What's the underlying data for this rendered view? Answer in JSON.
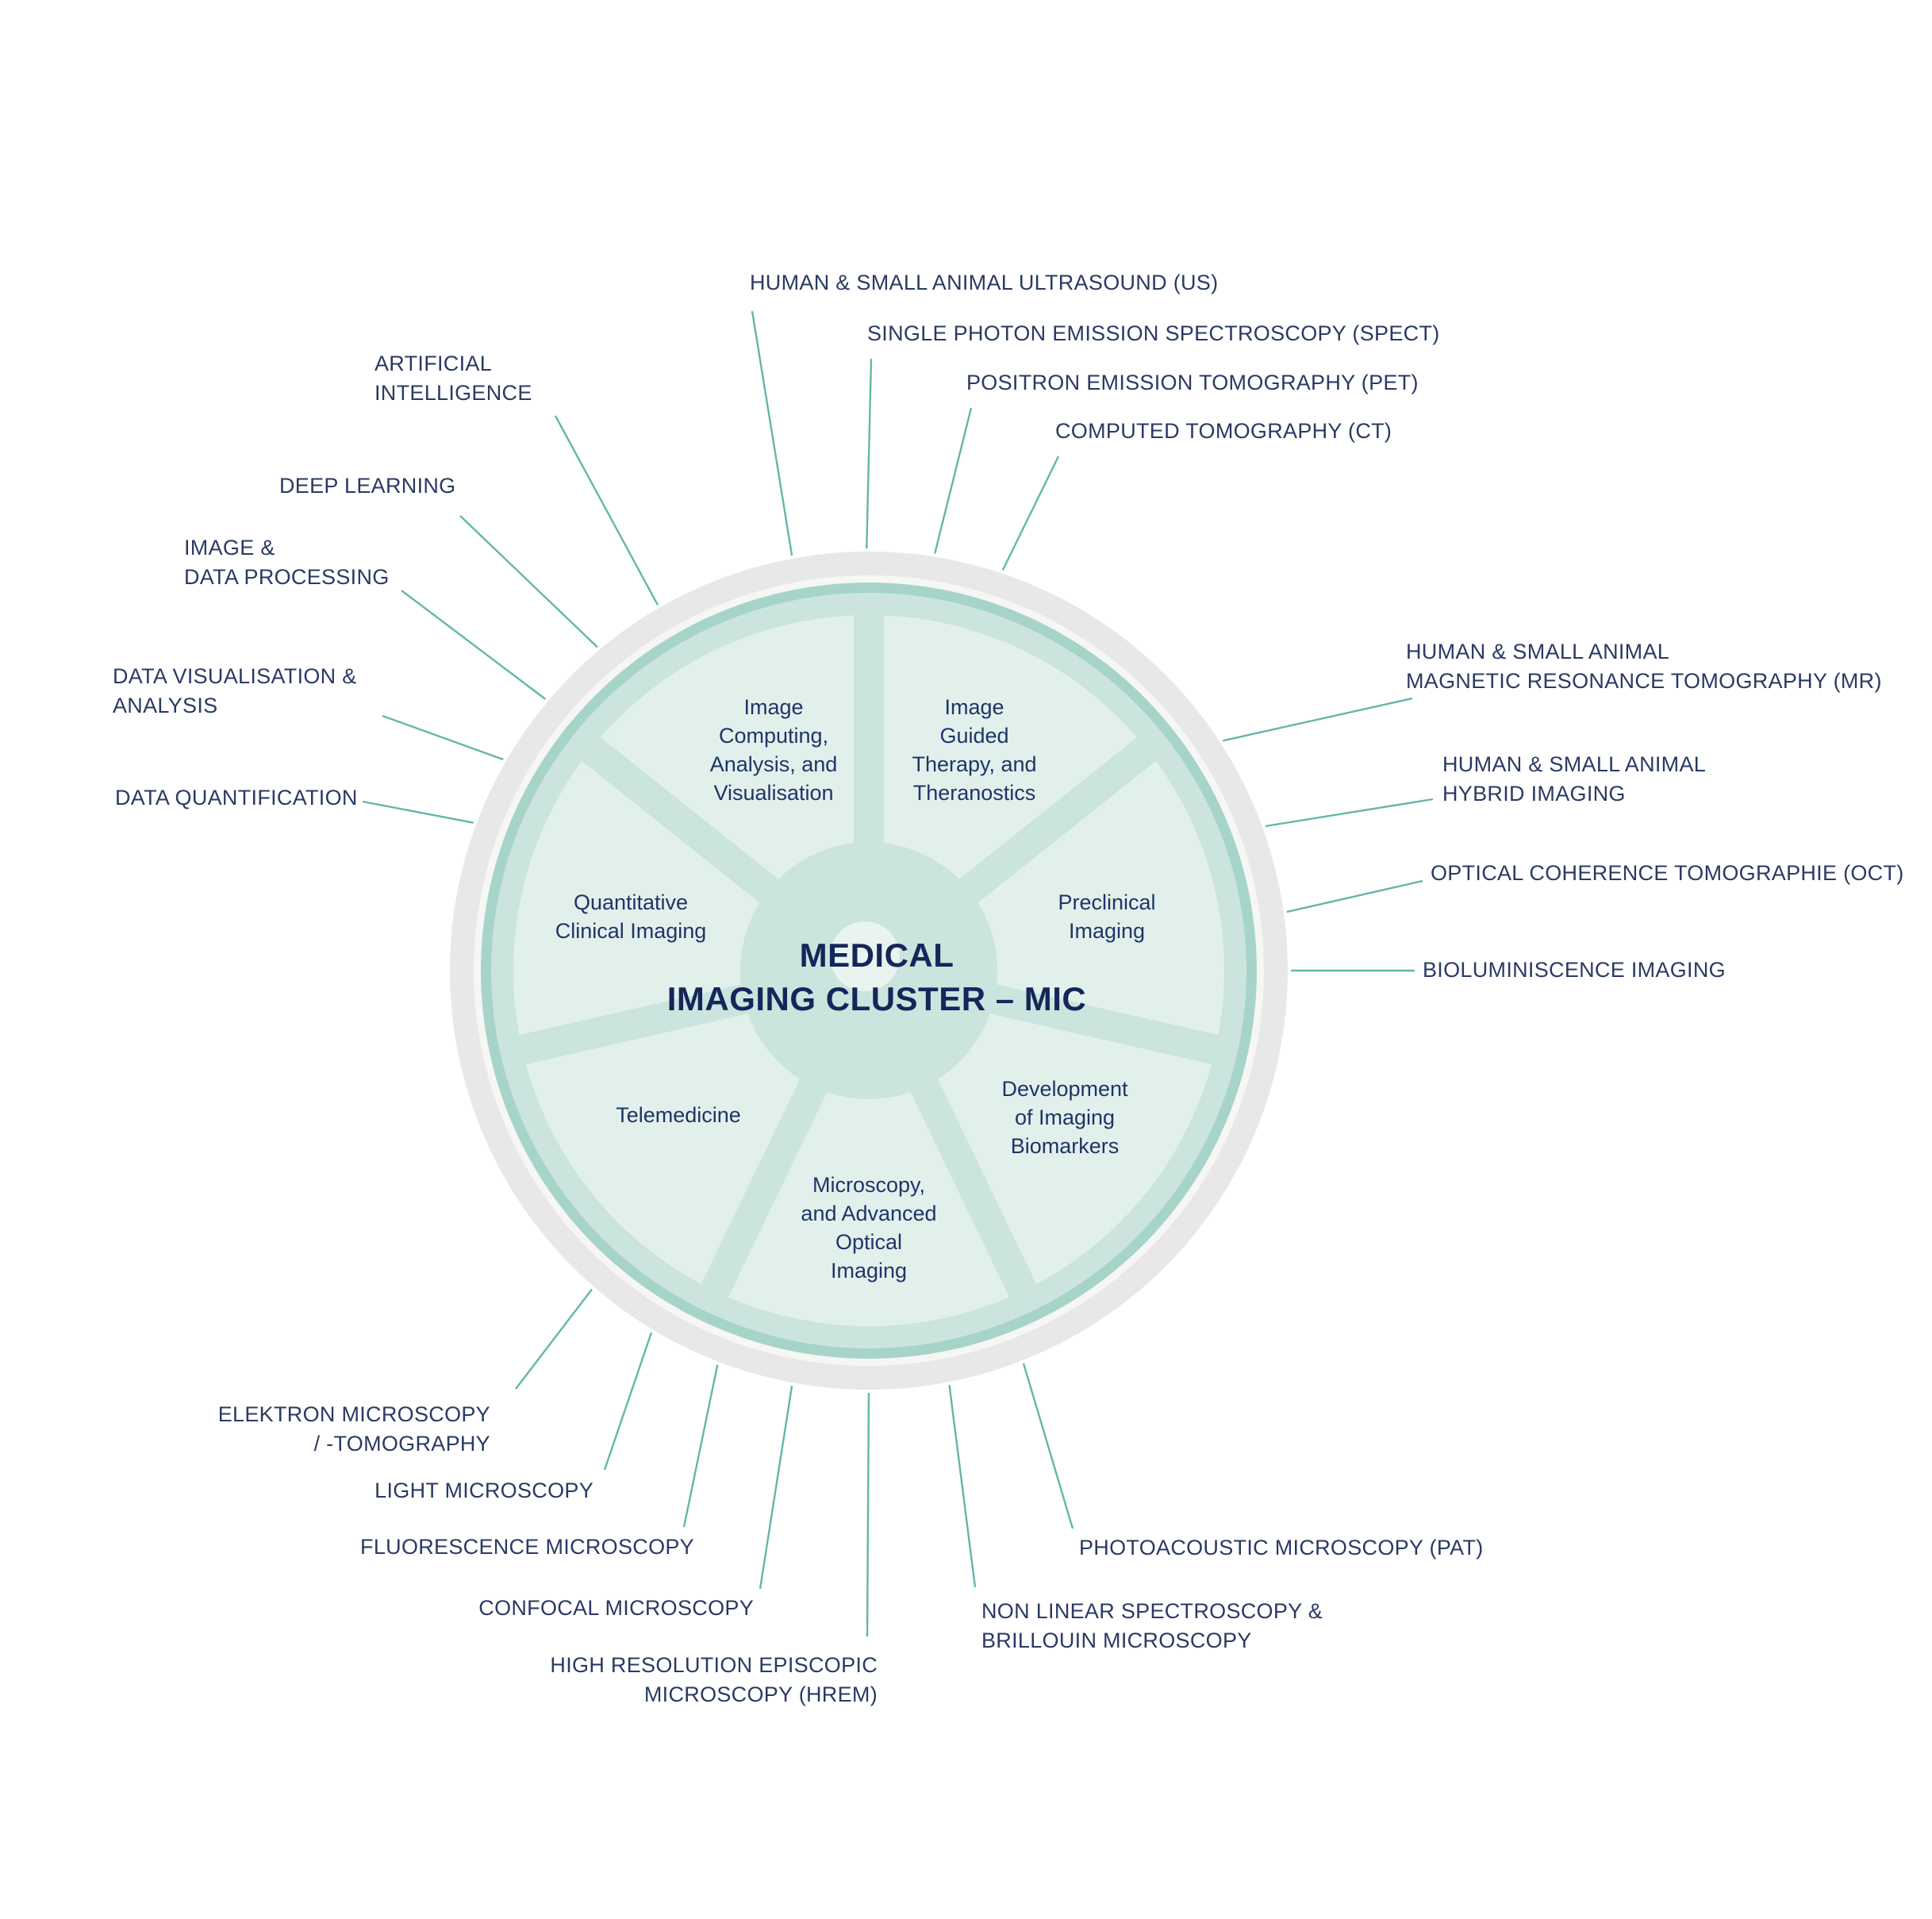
{
  "center": {
    "line1": "MEDICAL",
    "line2": "IMAGING CLUSTER – MIC"
  },
  "wheel": {
    "segments": [
      {
        "id": "image-computing",
        "lines": [
          "Image",
          "Computing,",
          "Analysis, and",
          "Visualisation"
        ]
      },
      {
        "id": "image-guided-therapy",
        "lines": [
          "Image",
          "Guided",
          "Therapy, and",
          "Theranostics"
        ]
      },
      {
        "id": "quantitative-clinical-imaging",
        "lines": [
          "Quantitative",
          "Clinical Imaging"
        ]
      },
      {
        "id": "preclinical-imaging",
        "lines": [
          "Preclinical",
          "Imaging"
        ]
      },
      {
        "id": "telemedicine",
        "lines": [
          "Telemedicine"
        ]
      },
      {
        "id": "development-imaging-biomarkers",
        "lines": [
          "Development",
          "of Imaging",
          "Biomarkers"
        ]
      },
      {
        "id": "microscopy-advanced-optical",
        "lines": [
          "Microscopy,",
          "and Advanced",
          "Optical",
          "Imaging"
        ]
      }
    ]
  },
  "outer_labels": [
    {
      "id": "ultrasound",
      "lines": [
        "HUMAN & SMALL ANIMAL ULTRASOUND (US)"
      ]
    },
    {
      "id": "spect",
      "lines": [
        "SINGLE PHOTON EMISSION SPECTROSCOPY (SPECT)"
      ]
    },
    {
      "id": "pet",
      "lines": [
        "POSITRON EMISSION TOMOGRAPHY (PET)"
      ]
    },
    {
      "id": "ct",
      "lines": [
        "COMPUTED TOMOGRAPHY (CT)"
      ]
    },
    {
      "id": "mr",
      "lines": [
        "HUMAN & SMALL ANIMAL",
        "MAGNETIC RESONANCE TOMOGRAPHY (MR)"
      ]
    },
    {
      "id": "hybrid-imaging",
      "lines": [
        "HUMAN & SMALL ANIMAL",
        "HYBRID IMAGING"
      ]
    },
    {
      "id": "oct",
      "lines": [
        "OPTICAL COHERENCE TOMOGRAPHIE (OCT)"
      ]
    },
    {
      "id": "bioluminiscence",
      "lines": [
        "BIOLUMINISCENCE IMAGING"
      ]
    },
    {
      "id": "photoacoustic",
      "lines": [
        "PHOTOACOUSTIC MICROSCOPY (PAT)"
      ]
    },
    {
      "id": "non-linear-spectroscopy",
      "lines": [
        "NON LINEAR SPECTROSCOPY &",
        "BRILLOUIN MICROSCOPY"
      ]
    },
    {
      "id": "hrem",
      "lines": [
        "HIGH RESOLUTION EPISCOPIC",
        "MICROSCOPY (HREM)"
      ]
    },
    {
      "id": "confocal",
      "lines": [
        "CONFOCAL MICROSCOPY"
      ]
    },
    {
      "id": "fluorescence",
      "lines": [
        "FLUORESCENCE MICROSCOPY"
      ]
    },
    {
      "id": "light-microscopy",
      "lines": [
        "LIGHT MICROSCOPY"
      ]
    },
    {
      "id": "elektron",
      "lines": [
        "ELEKTRON MICROSCOPY",
        "/ -TOMOGRAPHY"
      ]
    },
    {
      "id": "data-quantification",
      "lines": [
        "DATA QUANTIFICATION"
      ]
    },
    {
      "id": "data-visualisation",
      "lines": [
        "DATA VISUALISATION &",
        "ANALYSIS"
      ]
    },
    {
      "id": "image-data-processing",
      "lines": [
        "IMAGE &",
        "DATA PROCESSING"
      ]
    },
    {
      "id": "deep-learning",
      "lines": [
        "DEEP LEARNING"
      ]
    },
    {
      "id": "artificial-intelligence",
      "lines": [
        "ARTIFICIAL",
        "INTELLIGENCE"
      ]
    }
  ],
  "colors": {
    "background": "#ffffff",
    "ring_gray": "#e9e8e8",
    "ring_gap": "#f6f6f5",
    "ring_teal": "#a6d4c9",
    "disc": "#cbe4dd",
    "wedge": "#e2f0ec",
    "hub": "#e9f4f0",
    "connector": "#62b7a9",
    "label_text": "#2a3a63",
    "wedge_text": "#1f3468",
    "title_text": "#14265a"
  }
}
